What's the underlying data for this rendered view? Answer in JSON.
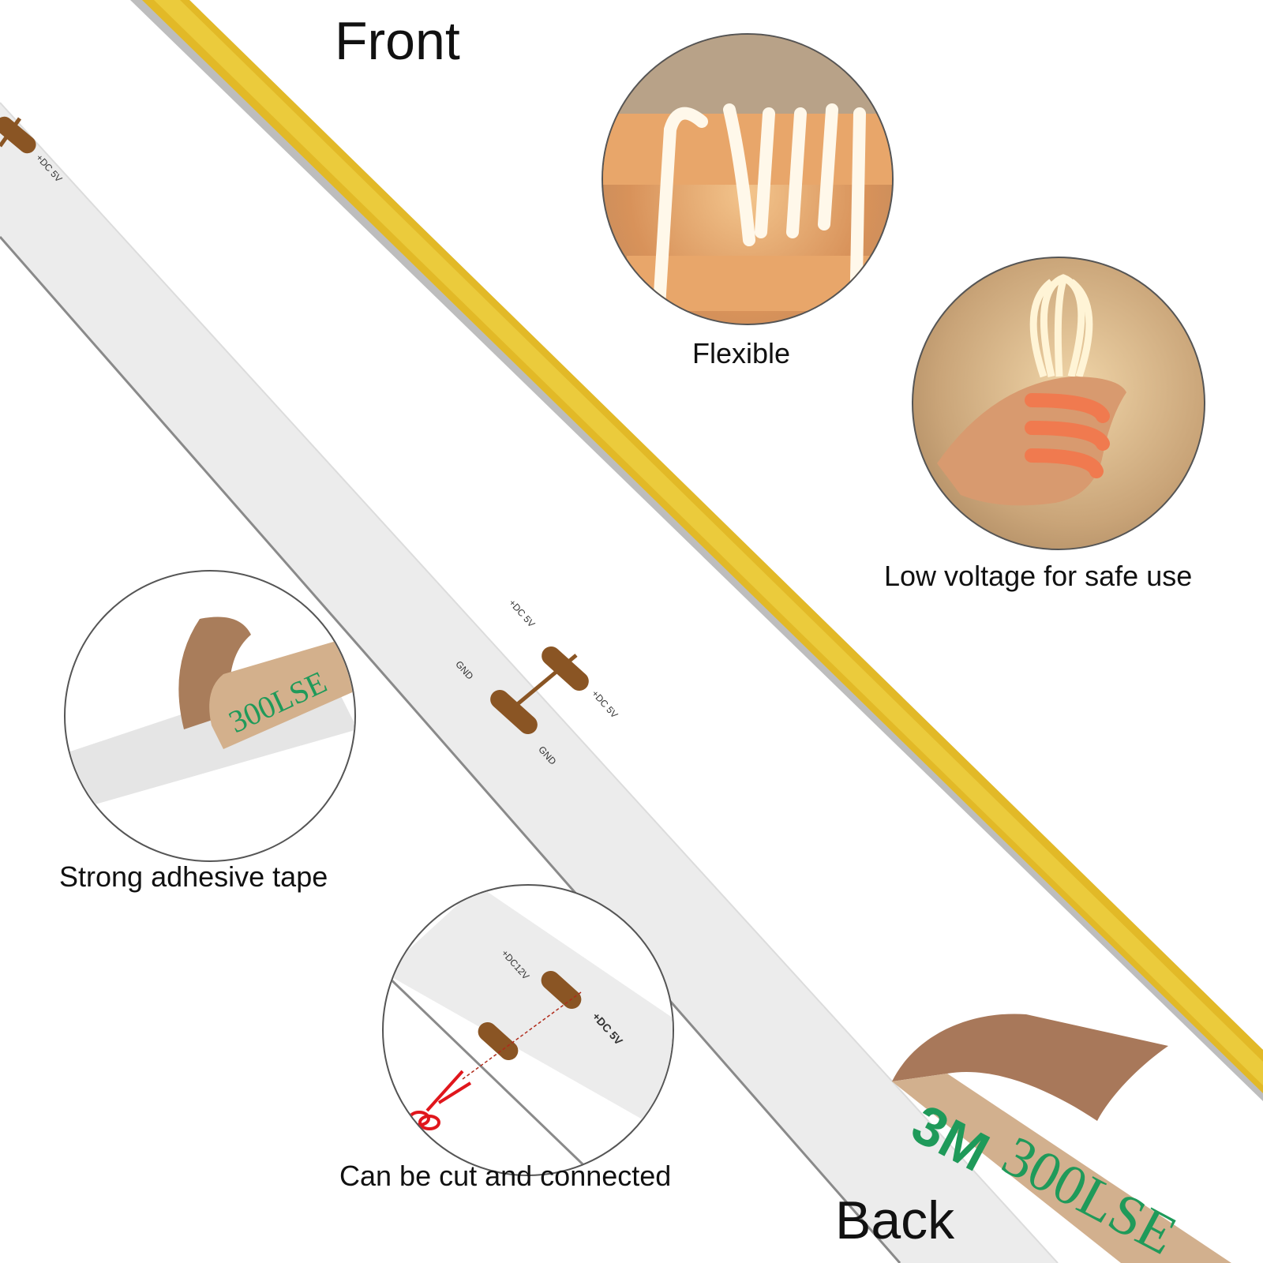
{
  "labels": {
    "front": "Front",
    "back": "Back"
  },
  "features": [
    {
      "caption": "Flexible",
      "icon": "hand-wrapped-led-icon"
    },
    {
      "caption": "Low voltage for safe use",
      "icon": "hand-holding-led-icon"
    },
    {
      "caption": "Strong adhesive tape",
      "icon": "adhesive-tape-icon"
    },
    {
      "caption": "Can be cut and connected",
      "icon": "scissors-cut-icon"
    }
  ],
  "strip": {
    "pad_labels": {
      "plus_5v": "+DC 5V",
      "plus_12v": "+DC12V",
      "gnd": "GND"
    },
    "tape_brand": "3M",
    "tape_model": "300LSE"
  },
  "colors": {
    "led_yellow": "#e4bd2a",
    "led_yellow_dark": "#c99a12",
    "pcb_white": "#ececec",
    "pad_copper": "#8a5524",
    "tape_kraft": "#c9a682",
    "tape_text_green": "#1f9a5a",
    "scissors_red": "#e0161c"
  }
}
